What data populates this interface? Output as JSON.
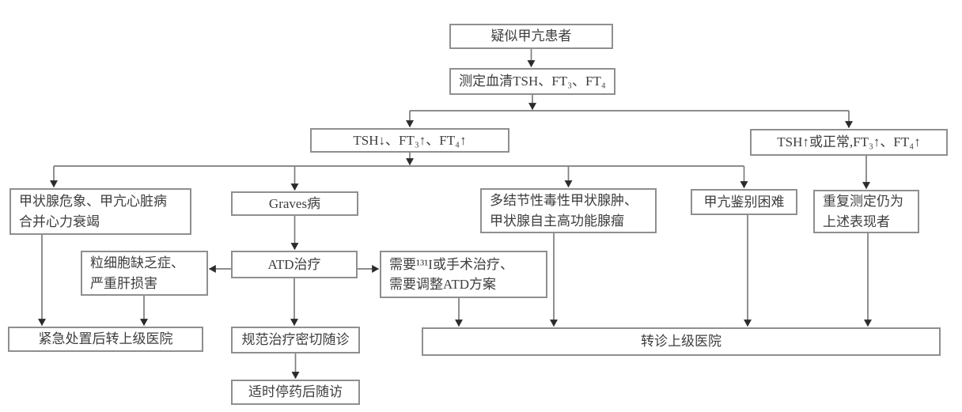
{
  "figure_colors": {
    "background": "#ffffff",
    "box_border": "#8f8f8f",
    "line": "#7d7d7d",
    "arrowhead": "#2b2b2b",
    "text": "#3d3d3d"
  },
  "nodes": {
    "suspect": {
      "lines": [
        "疑似甲亢患者"
      ]
    },
    "measure": {
      "lines": [
        "测定血清TSH、FT₃、FT₄"
      ]
    },
    "tsh_low": {
      "lines": [
        "TSH↓、FT₃↑、FT₄↑"
      ]
    },
    "tsh_high": {
      "lines": [
        "TSH↑或正常,FT₃↑、FT₄↑"
      ]
    },
    "crisis": {
      "lines": [
        "甲状腺危象、甲亢心脏病",
        "合并心力衰竭"
      ]
    },
    "graves": {
      "lines": [
        "Graves病"
      ]
    },
    "nodular": {
      "lines": [
        "多结节性毒性甲状腺肿、",
        "甲状腺自主高功能腺瘤"
      ]
    },
    "difficult": {
      "lines": [
        "甲亢鉴别困难"
      ]
    },
    "repeat": {
      "lines": [
        "重复测定仍为",
        "上述表现者"
      ]
    },
    "agranulocytosis": {
      "lines": [
        "粒细胞缺乏症、",
        "严重肝损害"
      ]
    },
    "atd": {
      "lines": [
        "ATD治疗"
      ]
    },
    "radioiodine": {
      "lines": [
        "需要¹³¹I或手术治疗、",
        "需要调整ATD方案"
      ]
    },
    "emergency": {
      "lines": [
        "紧急处置后转上级医院"
      ]
    },
    "standard": {
      "lines": [
        "规范治疗密切随诊"
      ]
    },
    "referral": {
      "lines": [
        "转诊上级医院"
      ]
    },
    "stop": {
      "lines": [
        "适时停药后随访"
      ]
    }
  },
  "edges": [
    {
      "from": "suspect",
      "to": "measure"
    },
    {
      "from": "measure",
      "to": "tsh_low"
    },
    {
      "from": "measure",
      "to": "tsh_high"
    },
    {
      "from": "tsh_low",
      "to": "crisis"
    },
    {
      "from": "tsh_low",
      "to": "graves"
    },
    {
      "from": "tsh_low",
      "to": "nodular"
    },
    {
      "from": "tsh_low",
      "to": "difficult"
    },
    {
      "from": "tsh_high",
      "to": "repeat"
    },
    {
      "from": "graves",
      "to": "atd"
    },
    {
      "from": "atd",
      "to": "agranulocytosis"
    },
    {
      "from": "atd",
      "to": "radioiodine"
    },
    {
      "from": "atd",
      "to": "standard"
    },
    {
      "from": "crisis",
      "to": "emergency"
    },
    {
      "from": "agranulocytosis",
      "to": "emergency"
    },
    {
      "from": "radioiodine",
      "to": "referral"
    },
    {
      "from": "nodular",
      "to": "referral"
    },
    {
      "from": "difficult",
      "to": "referral"
    },
    {
      "from": "repeat",
      "to": "referral"
    },
    {
      "from": "standard",
      "to": "stop"
    }
  ]
}
